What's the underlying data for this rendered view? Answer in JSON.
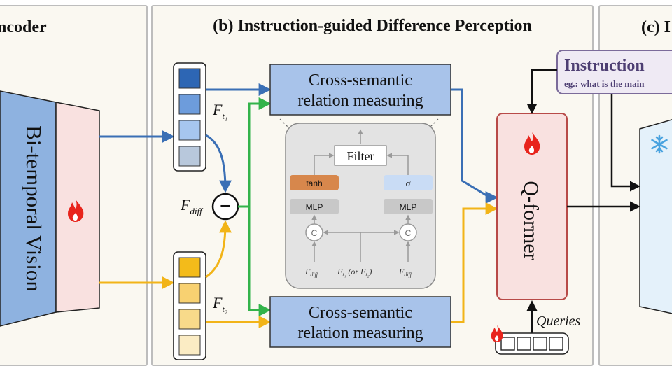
{
  "panels": {
    "a_title": "ncoder",
    "b_title": "(b) Instruction-guided Difference Perception",
    "c_title": "(c) I"
  },
  "encoder": {
    "label": "Bi-temporal Vision"
  },
  "features": {
    "f1_symbol": "F",
    "f1_sub": "t₁",
    "f2_symbol": "F",
    "f2_sub": "t₂",
    "fdiff_symbol": "F",
    "fdiff_sub": "diff",
    "minus": "−"
  },
  "csrm": {
    "top_line1": "Cross-semantic",
    "top_line2": "relation measuring",
    "bottom_line1": "Cross-semantic",
    "bottom_line2": "relation measuring"
  },
  "detail": {
    "filter": "Filter",
    "tanh": "tanh",
    "sigma": "σ",
    "mlp_left": "MLP",
    "mlp_right": "MLP",
    "concat_left": "C",
    "concat_right": "C",
    "in_left": "F",
    "in_left_sub": "diff",
    "in_mid": "F",
    "in_mid_sub": "t₁",
    "in_mid_rest": " (or F",
    "in_mid_sub2": "t₂",
    "in_mid_close": ")",
    "in_right": "F",
    "in_right_sub": "diff"
  },
  "qformer": {
    "label": "Q-former",
    "queries": "Queries"
  },
  "instruction": {
    "title": "Instruction",
    "example": "eg.: what is the main"
  },
  "colors": {
    "blue_arrow": "#3a6fb5",
    "yellow_arrow": "#f2b418",
    "green_arrow": "#33b34a",
    "csrm_fill": "#a8c3ea",
    "qformer_fill": "#f9e1e0",
    "qformer_stroke": "#b84a48",
    "encoder_blue": "#8eb2e0",
    "encoder_pink": "#f9e1e0",
    "frozen_fill": "#e4f1fa",
    "tanh_fill": "#d7874c",
    "sigma_fill": "#c9dcf5",
    "mlp_fill": "#c8c8c8",
    "instruction_fill": "#efeaf4",
    "instruction_stroke": "#7b6b9a"
  },
  "icons": {
    "trainable": "flame-icon",
    "frozen": "snowflake-icon"
  }
}
